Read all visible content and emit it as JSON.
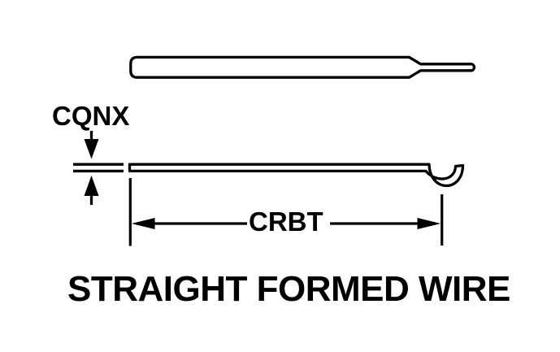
{
  "drawing": {
    "title": "STRAIGHT FORMED WIRE",
    "dimension_labels": {
      "wire_size": "CQNX",
      "formed_length": "CRBT"
    },
    "figures": [
      "straight-wire-blank-tapered-tip",
      "formed-wire-with-hook-end"
    ],
    "colors": {
      "ink": "#000000",
      "paper": "#ffffff"
    }
  }
}
